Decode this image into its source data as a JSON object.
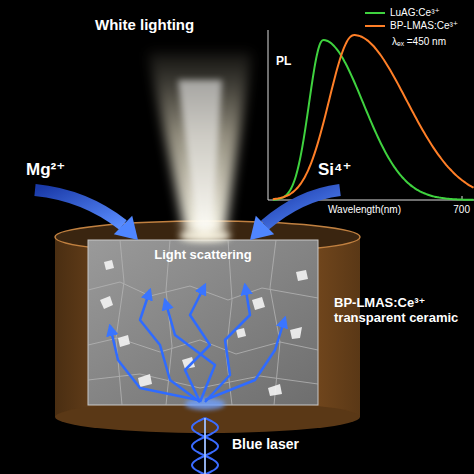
{
  "diagram": {
    "nodes": [
      {
        "text": [
          "Light scattering"
        ]
      }
    ],
    "labels": [
      "White lighting",
      "PL",
      "λₑₓ =450 nm",
      "700",
      "Wavelength(nm)",
      "Mg²⁺",
      "Si⁴⁺",
      "BP-LMAS:Ce³⁺ transparent ceramic",
      "Blue laser"
    ],
    "legend": [
      {
        "text": "LuAG:Ce³⁺"
      },
      {
        "text": "BP-LMAS:Ce³⁺"
      }
    ]
  }
}
